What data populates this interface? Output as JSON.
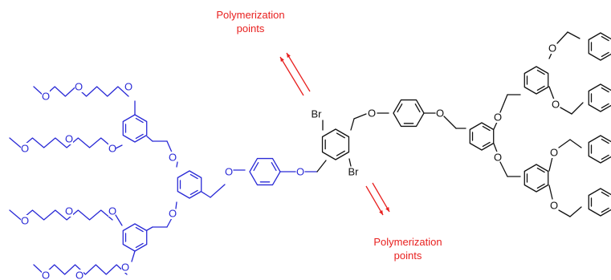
{
  "annotations": {
    "top_label": "Polymerization\npoints",
    "bottom_label": "Polymerization\npoints",
    "top_line1": "Polymerization",
    "top_line2": "points",
    "bottom_line1": "Polymerization",
    "bottom_line2": "points"
  },
  "atoms": {
    "oxygen": "O",
    "bromine": "Br"
  },
  "colors": {
    "hydrophilic_dendron": "#2a2ad6",
    "hydrophobic_dendron": "#111111",
    "annotation": "#e8201f"
  }
}
